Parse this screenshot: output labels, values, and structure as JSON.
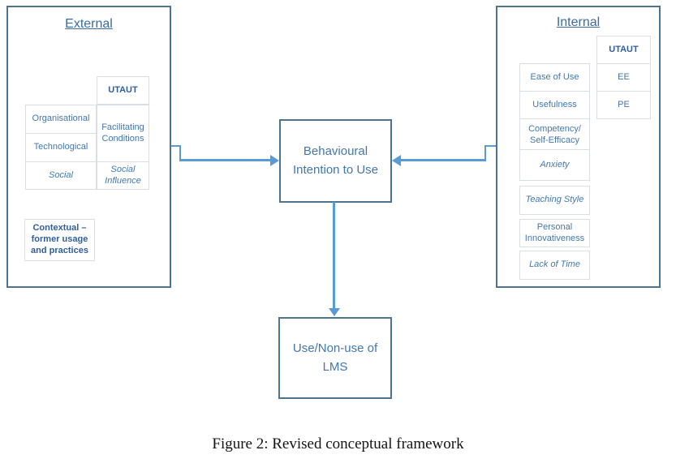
{
  "caption": "Figure 2: Revised conceptual framework",
  "external": {
    "title": "External",
    "utaut_header": "UTAUT",
    "organisational": "Organisational",
    "technological": "Technological",
    "social": "Social",
    "facilitating_conditions": "Facilitating\nConditions",
    "social_influence": "Social\nInfluence",
    "contextual": "Contextual –\nformer usage\nand practices"
  },
  "internal": {
    "title": "Internal",
    "utaut_header": "UTAUT",
    "ee": "EE",
    "pe": "PE",
    "ease_of_use": "Ease of Use",
    "usefulness": "Usefulness",
    "competency": "Competency/\nSelf-Efficacy",
    "anxiety": "Anxiety",
    "teaching_style": "Teaching Style",
    "personal_innovativeness": "Personal\nInnovativeness",
    "lack_of_time": "Lack of Time"
  },
  "center": {
    "behavioural_intention": "Behavioural\nIntention to Use",
    "use_non_use": "Use/Non-use of\nLMS"
  },
  "colors": {
    "panel_border": "#4d7390",
    "cell_border": "#d9dee5",
    "text_blue": "#4377ad",
    "bold_text_blue": "#2f5f99",
    "arrow_blue": "#5b9bd5"
  }
}
